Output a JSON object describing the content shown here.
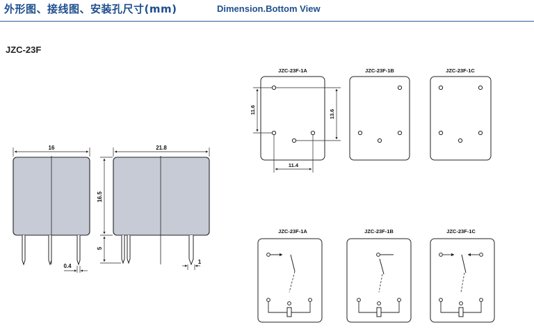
{
  "header": {
    "title_cn": "外形图、接线图、安装孔尺寸(mm)",
    "title_en": "Dimension.Bottom View"
  },
  "model": "JZC-23F",
  "dimensions": {
    "front_width": "16",
    "side_width": "21.8",
    "body_height": "16.5",
    "pin_length": "5",
    "pin_thickness": "0.4",
    "pin_width": "1"
  },
  "footprints": {
    "labels": [
      "JZC-23F-1A",
      "JZC-23F-1B",
      "JZC-23F-1C"
    ],
    "dim_left": "11.6",
    "dim_right": "13.6",
    "dim_bottom": "11.4"
  },
  "schematics": {
    "labels": [
      "JZC-23F-1A",
      "JZC-23F-1B",
      "JZC-23F-1C"
    ]
  },
  "colors": {
    "body_fill": "#c7cbd6",
    "title_blue": "#1f4f8d",
    "line": "#222222"
  }
}
